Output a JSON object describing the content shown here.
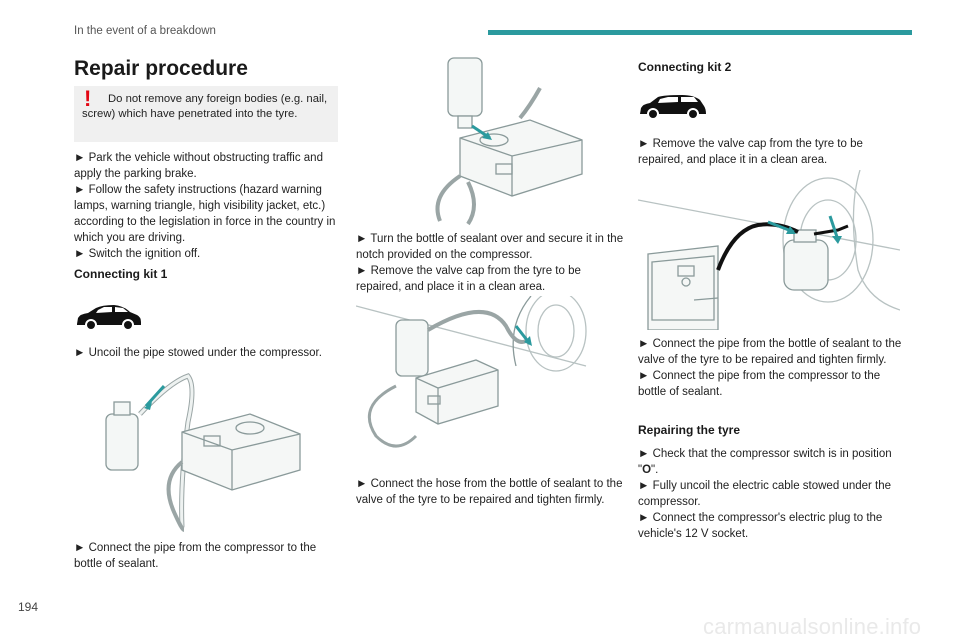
{
  "header": {
    "title": "In the event of a breakdown",
    "accent": "#2b9a9e"
  },
  "page_number": "194",
  "footer": {
    "watermark": "carmanualsonline.info"
  },
  "col1": {
    "title": "Repair procedure",
    "warning": "Do not remove any foreign bodies (e.g. nail, screw) which have penetrated into the tyre.",
    "steps": [
      "► Park the vehicle without obstructing traffic and apply the parking brake.",
      "► Follow the safety instructions (hazard warning lamps, warning triangle, high visibility jacket, etc.) according to the legislation in force in the country in which you are driving.",
      "► Switch the ignition off."
    ],
    "kit1_heading": "Connecting kit 1",
    "kit1_step1": "► Uncoil the pipe stowed under the compressor.",
    "kit1_step2": "► Connect the pipe from the compressor to the bottle of sealant."
  },
  "col2": {
    "steps_a": [
      "► Turn the bottle of sealant over and secure it in the notch provided on the compressor.",
      "► Remove the valve cap from the tyre to be repaired, and place it in a clean area."
    ],
    "step_b": "► Connect the hose from the bottle of sealant to the valve of the tyre to be repaired and tighten firmly."
  },
  "col3": {
    "kit2_heading": "Connecting kit 2",
    "step_a": "► Remove the valve cap from the tyre to be repaired, and place it in a clean area.",
    "steps_b": [
      "► Connect the pipe from the bottle of sealant to the valve of the tyre to be repaired and tighten firmly.",
      "► Connect the pipe from the compressor to the bottle of sealant."
    ],
    "repair_heading": "Repairing the tyre",
    "repair_steps_pre": "► Check that the compressor switch is in position \"",
    "repair_steps_bold": "O",
    "repair_steps_post": "\".",
    "repair_steps": [
      "► Fully uncoil the electric cable stowed under the compressor.",
      "► Connect the compressor's electric plug to the vehicle's 12 V socket."
    ]
  }
}
